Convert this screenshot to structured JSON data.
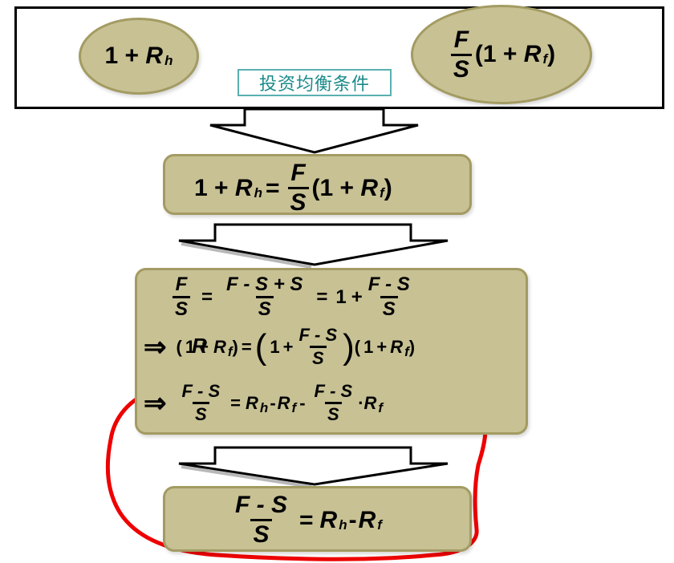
{
  "top": {
    "condition_label": "投资均衡条件",
    "left_one": "1",
    "left_plus": "+",
    "left_R": "R",
    "left_sub": "h",
    "right_num": "F",
    "right_den": "S",
    "right_lp": "(",
    "right_one": "1",
    "right_plus": "+",
    "right_R": "R",
    "right_sub": "f",
    "right_rp": ")"
  },
  "box1": {
    "one": "1",
    "plus": "+",
    "R": "R",
    "sub_h": "h",
    "eq": "=",
    "num": "F",
    "den": "S",
    "lp": "(",
    "one2": "1",
    "plus2": "+",
    "R2": "R",
    "sub_f": "f",
    "rp": ")"
  },
  "box2": {
    "line1": {
      "f1_num": "F",
      "f1_den": "S",
      "eq1": "=",
      "f2_num": "F - S + S",
      "f2_den": "S",
      "eq2": "=",
      "one": "1",
      "plus": "+",
      "f3_num": "F - S",
      "f3_den": "S"
    },
    "line2": {
      "arrow": "⇒",
      "lp": "(",
      "one": "1",
      "overstrike": "R",
      "plus": "+",
      "R": "R",
      "sub_f": "f",
      "rp": ")",
      "eq": "=",
      "big_lp": "(",
      "one2": "1",
      "plus2": "+",
      "f_num": "F - S",
      "f_den": "S",
      "big_rp": ")",
      "lp3": "(",
      "one3": "1",
      "plus3": "+",
      "R3": "R",
      "sub_f3": "f",
      "rp3": ")"
    },
    "line3": {
      "arrow": "⇒",
      "f1_num": "F - S",
      "f1_den": "S",
      "eq": "=",
      "Rh": "R",
      "sub_h": "h",
      "minus1": "-",
      "Rf": "R",
      "sub_f": "f",
      "minus2": "-",
      "f2_num": "F - S",
      "f2_den": "S",
      "dot": "·",
      "Rf2": "R",
      "sub_f2": "f"
    }
  },
  "box3": {
    "f_num": "F - S",
    "f_den": "S",
    "eq": "=",
    "Rh": "R",
    "sub_h": "h",
    "minus": "-",
    "Rf": "R",
    "sub_f": "f"
  },
  "colors": {
    "box_fill": "#c7c194",
    "box_border": "#a39b62",
    "highlight": "#ee0000",
    "label_text": "#1a8a8a"
  }
}
